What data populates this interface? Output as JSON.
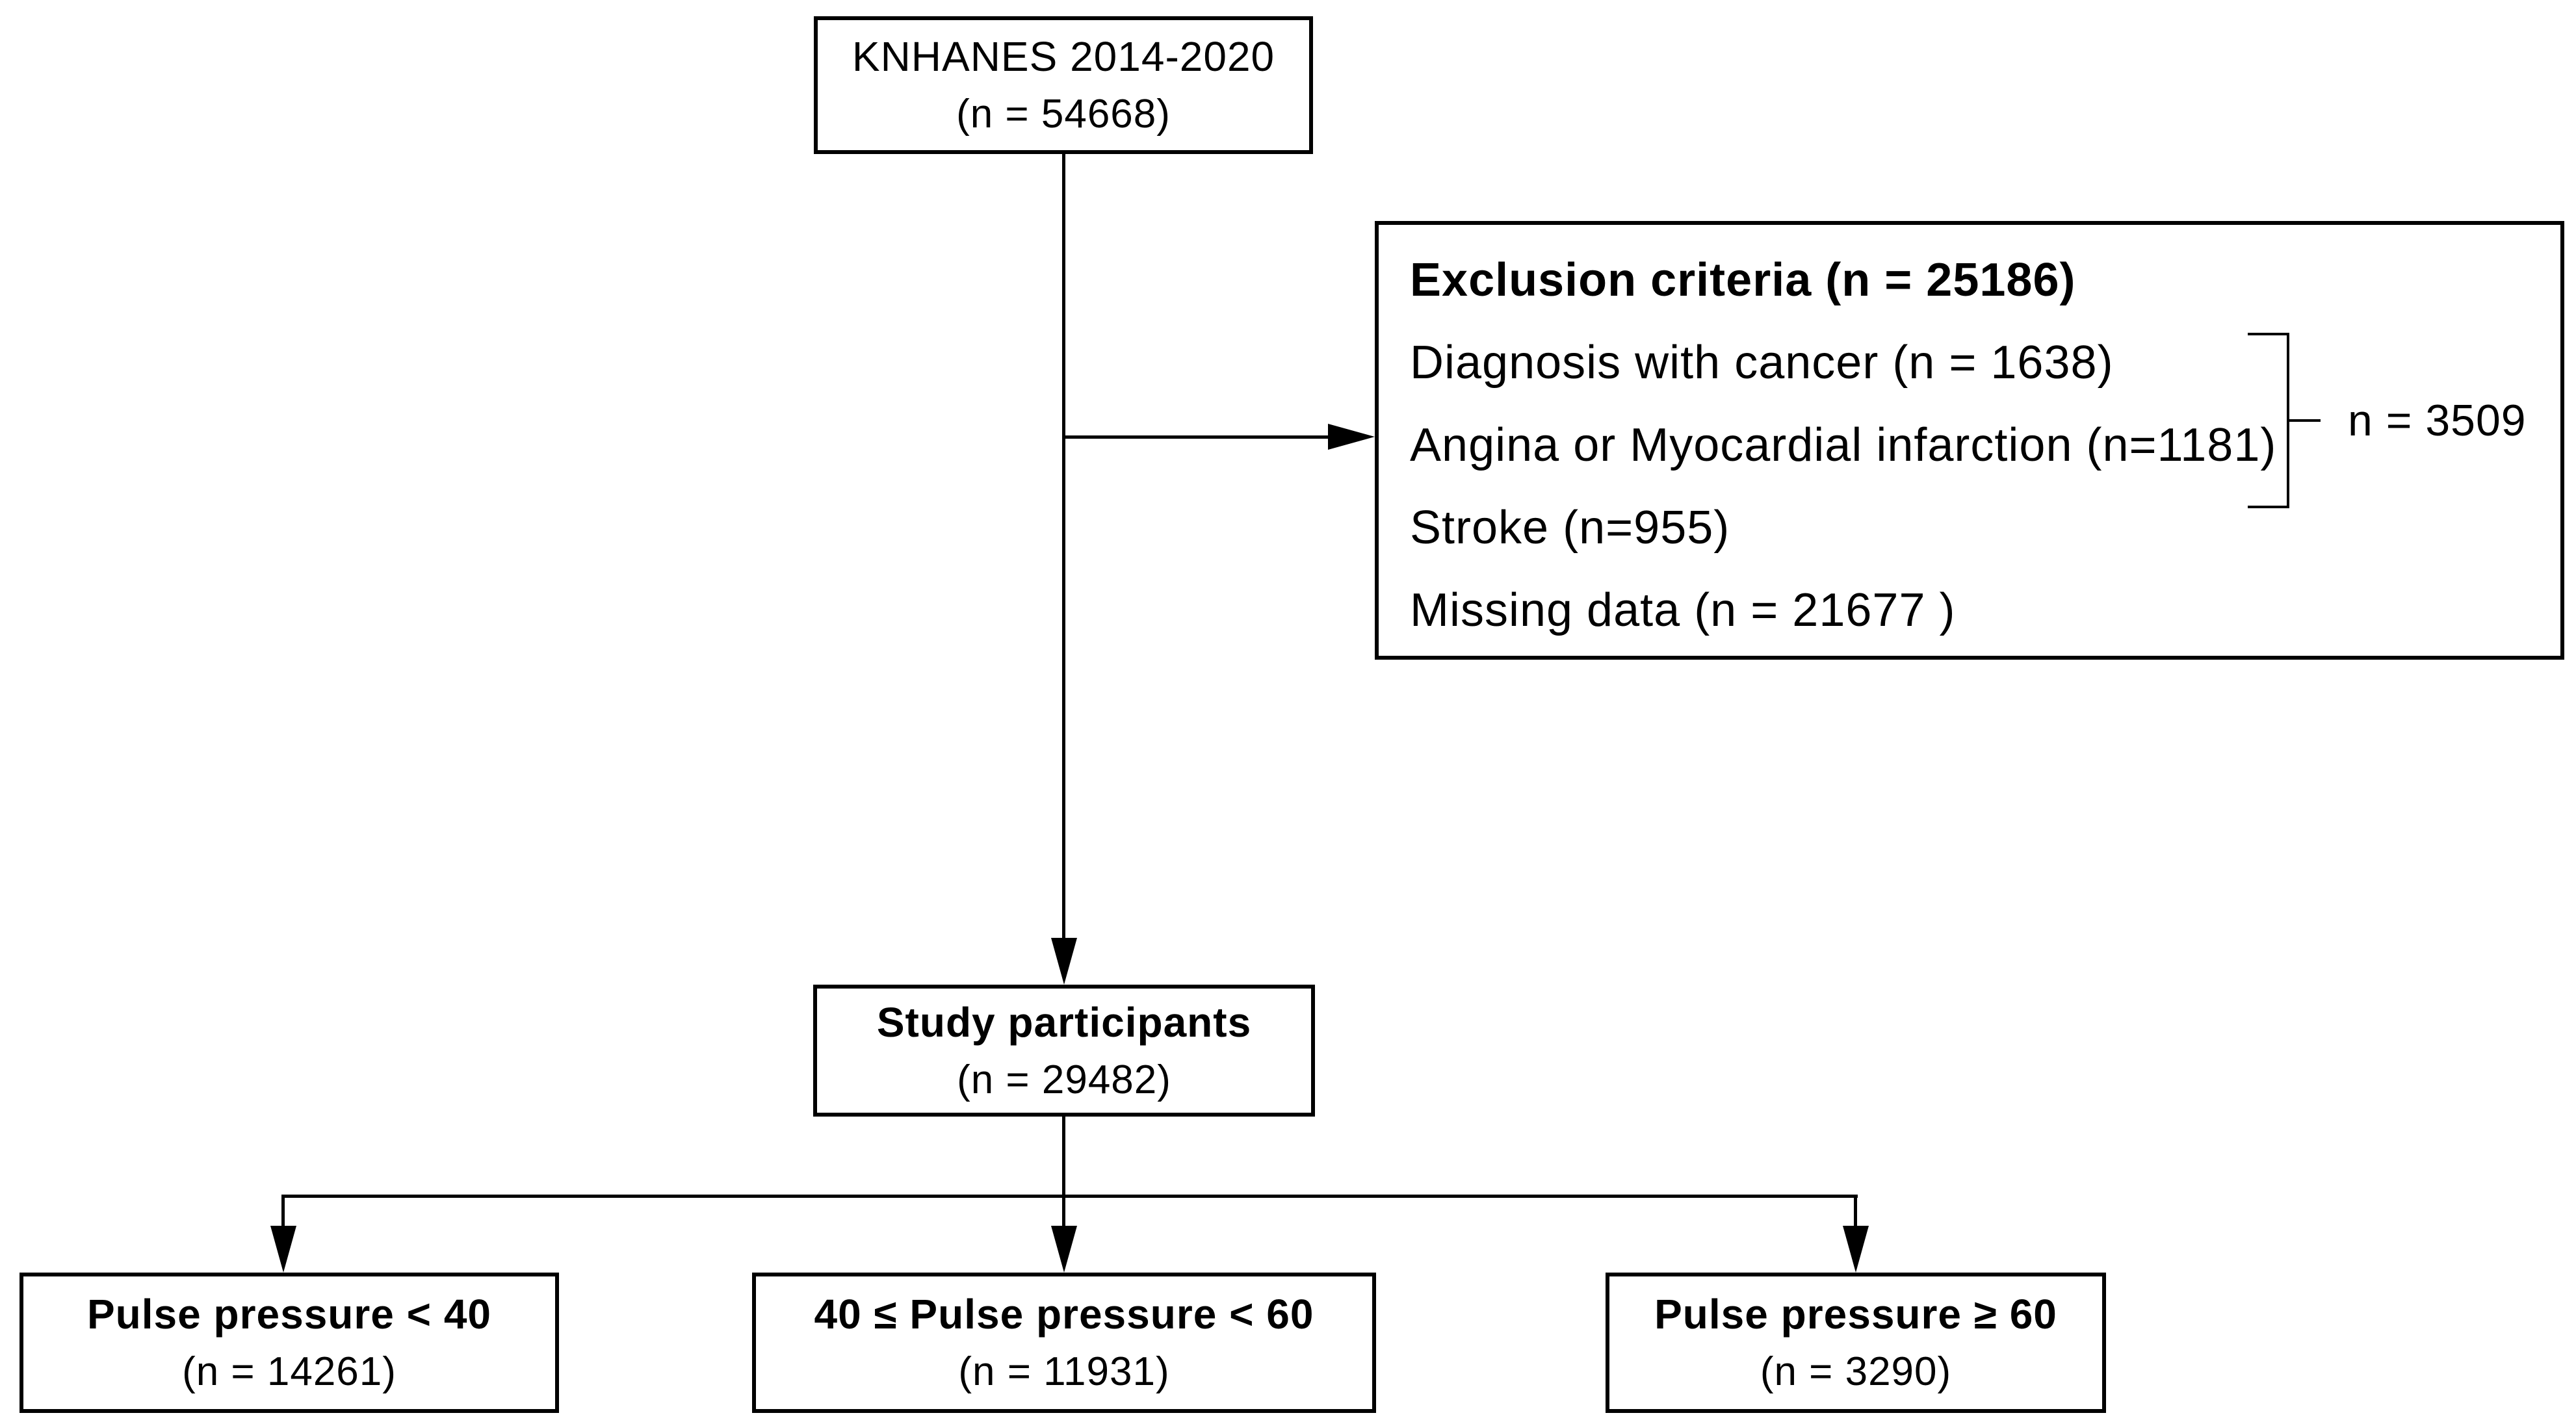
{
  "diagram": {
    "top_box": {
      "title": "KNHANES 2014-2020",
      "n": "(n = 54668)"
    },
    "exclusion_box": {
      "heading": "Exclusion criteria (n = 25186)",
      "items": [
        "Diagnosis with cancer (n = 1638)",
        "Angina or Myocardial infarction (n=1181)",
        "Stroke (n=955)",
        "Missing data (n = 21677 )"
      ],
      "bracket_label": "n = 3509"
    },
    "study_box": {
      "title": "Study participants",
      "n": "(n = 29482)"
    },
    "outcome_boxes": [
      {
        "title": "Pulse pressure < 40",
        "n": "(n = 14261)"
      },
      {
        "title": "40 ≤ Pulse pressure < 60",
        "n": "(n = 11931)"
      },
      {
        "title": "Pulse pressure ≥ 60",
        "n": "(n = 3290)"
      }
    ],
    "colors": {
      "line": "#000000",
      "background": "#ffffff"
    }
  }
}
